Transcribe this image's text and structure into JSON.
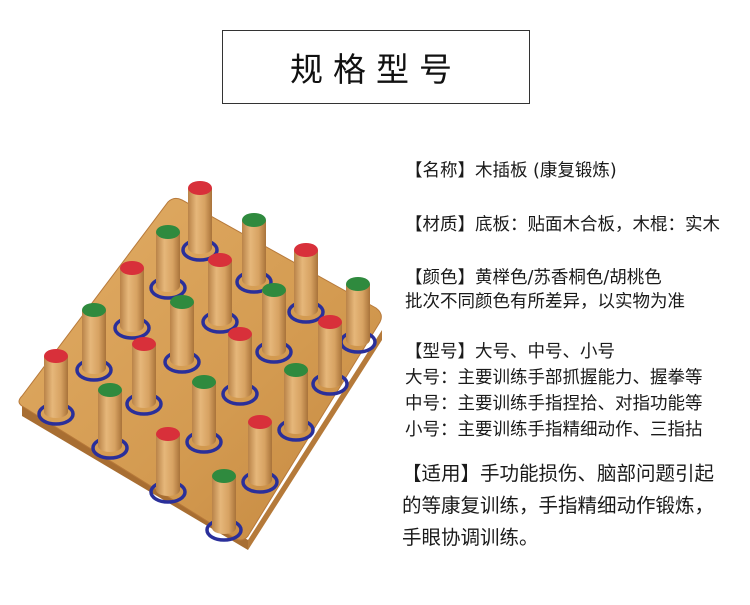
{
  "title": "规格型号",
  "specs": {
    "name": "【名称】木插板 (康复锻炼)",
    "material": "【材质】底板：贴面木合板，木棍：实木",
    "color": "【颜色】黄榉色/苏香桐色/胡桃色",
    "color_note": "批次不同颜色有所差异，以实物为准",
    "model": "【型号】大号、中号、小号",
    "model_large": "大号：主要训练手部抓握能力、握拳等",
    "model_medium": "中号：主要训练手指捏拾、对指功能等",
    "model_small": "小号：主要训练手指精细动作、三指拈",
    "usage_lines": [
      "【适用】手功能损伤、脑部问题引起",
      "的等康复训练，手指精细动作锻炼，",
      "手眼协调训练。"
    ]
  },
  "colors": {
    "board": "#d49a52",
    "board_edge": "#b57a3a",
    "peg_wood": "#d6a468",
    "peg_red": "#d8303a",
    "peg_green": "#2f8a3e",
    "ring_blue": "#2a2f9a"
  }
}
